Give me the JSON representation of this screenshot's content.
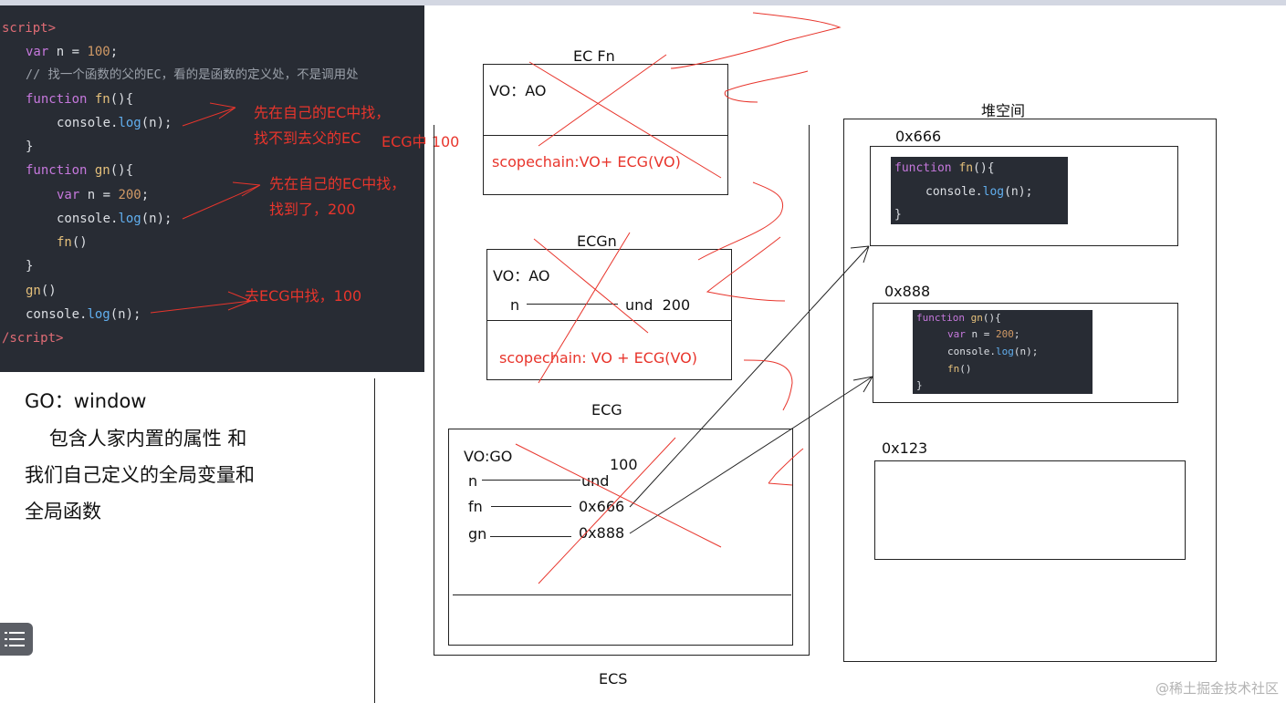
{
  "code": {
    "lines": [
      {
        "open_tag": "script>"
      },
      {
        "kw": "var",
        "mid": " n = ",
        "num": "100",
        "end": ";"
      },
      {
        "comment": "// 找一个函数的父的EC，看的是函数的定义处，不是调用处"
      },
      {
        "kw": "function",
        "sp": " ",
        "fname": "fn",
        "end": "(){"
      },
      {
        "a": "console.",
        "b": "log",
        "c": "(n);"
      },
      {
        "brace": "}"
      },
      {
        "kw": "function",
        "sp": " ",
        "fname": "gn",
        "end": "(){"
      },
      {
        "kw": "var",
        "mid": " n = ",
        "num": "200",
        "end": ";"
      },
      {
        "a": "console.",
        "b": "log",
        "c": "(n);"
      },
      {
        "call": "fn",
        "end": "()"
      },
      {
        "brace": "}"
      },
      {
        "call": "gn",
        "end": "()"
      },
      {
        "a": "console.",
        "b": "log",
        "c": "(n);"
      },
      {
        "close_tag": "/script>"
      }
    ]
  },
  "notes": {
    "fn_note_1": "先在自己的EC中找，",
    "fn_note_2": "找不到去父的EC",
    "ecg_100": "ECG中 100",
    "gn_note_1": "先在自己的EC中找，",
    "gn_note_2": "找到了，200",
    "global_note": "去ECG中找，100"
  },
  "go_text": {
    "line1": "GO：window",
    "line2": "    包含人家内置的属性 和",
    "line3": "我们自己定义的全局变量和",
    "line4": "全局函数"
  },
  "ec_fn": {
    "title": "EC Fn",
    "vo": "VO：AO",
    "scope": "scopechain:VO+ ECG(VO)"
  },
  "ec_gn": {
    "title": "ECGn",
    "vo": "VO：AO",
    "n_label": "n",
    "n_val": "und  200",
    "scope": "scopechain: VO + ECG(VO)"
  },
  "ecg": {
    "title": "ECG",
    "vo": "VO:GO",
    "n_label": "n",
    "n_val": "und",
    "n_new": "100",
    "fn_label": "fn",
    "fn_val": "0x666",
    "gn_label": "gn",
    "gn_val": "0x888"
  },
  "ecs_label": "ECS",
  "heap": {
    "title": "堆空间",
    "addr1": "0x666",
    "addr2": "0x888",
    "addr3": "0x123",
    "mini1": [
      {
        "kw": "function",
        "sp": " ",
        "fname": "fn",
        "end": "(){"
      },
      {
        "a": "console.",
        "b": "log",
        "c": "(n);"
      },
      {
        "brace": "}"
      }
    ],
    "mini2": [
      {
        "kw": "function",
        "sp": " ",
        "fname": "gn",
        "end": "(){"
      },
      {
        "kw": "var",
        "mid": " n = ",
        "num": "200",
        "end": ";"
      },
      {
        "a": "console.",
        "b": "log",
        "c": "(n);"
      },
      {
        "call": "fn",
        "end": "()"
      },
      {
        "brace": "}"
      }
    ]
  },
  "watermark": "@稀土掘金技术社区",
  "colors": {
    "annotation_red": "#e8352c",
    "code_bg": "#282c34",
    "keyword": "#c678dd",
    "function_name": "#e5c07b",
    "method": "#61afef",
    "number": "#d19a66"
  }
}
